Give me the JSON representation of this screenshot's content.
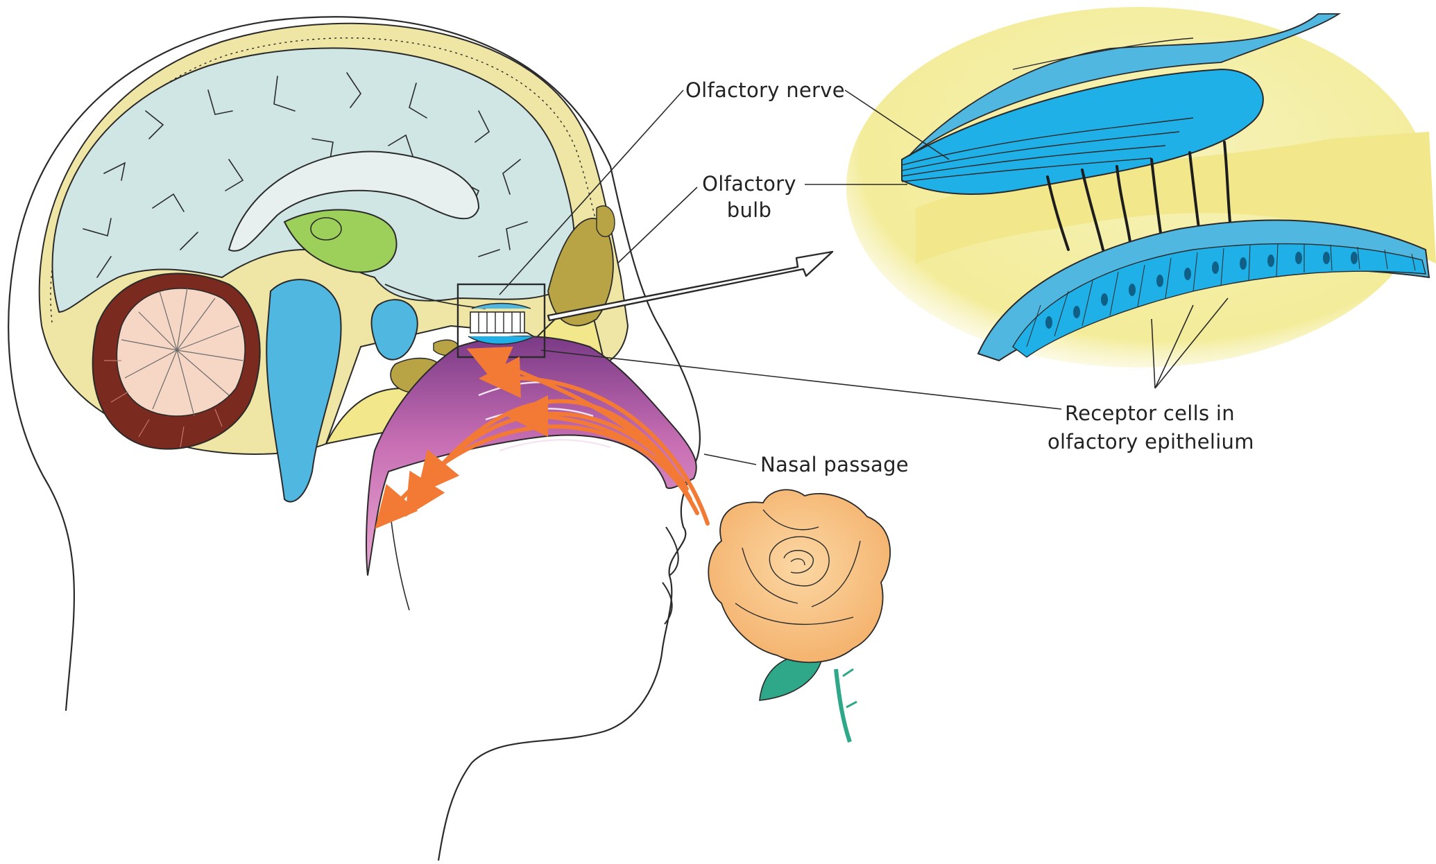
{
  "labels": {
    "olfactory_nerve": "Olfactory nerve",
    "olfactory_bulb_line1": "Olfactory",
    "olfactory_bulb_line2": "bulb",
    "nasal_passage": "Nasal passage",
    "receptor_line1": "Receptor cells in",
    "receptor_line2": "olfactory epithelium"
  },
  "colors": {
    "outline": "#2a2a2a",
    "skull": "#efe6a6",
    "brain": "#cfe6e4",
    "blue": "#4fb7e0",
    "bright_blue": "#1fb0e8",
    "green": "#9cd05a",
    "cerebellum": "#f6d6c4",
    "cerebellum_dark": "#7a2a1e",
    "nasal": "#d27ab6",
    "nasal_dark": "#8c3f7a",
    "airflow": "#f37a35",
    "rose": "#f8c078",
    "leaf": "#2fa889",
    "bone_yellow": "#f2e78a"
  }
}
